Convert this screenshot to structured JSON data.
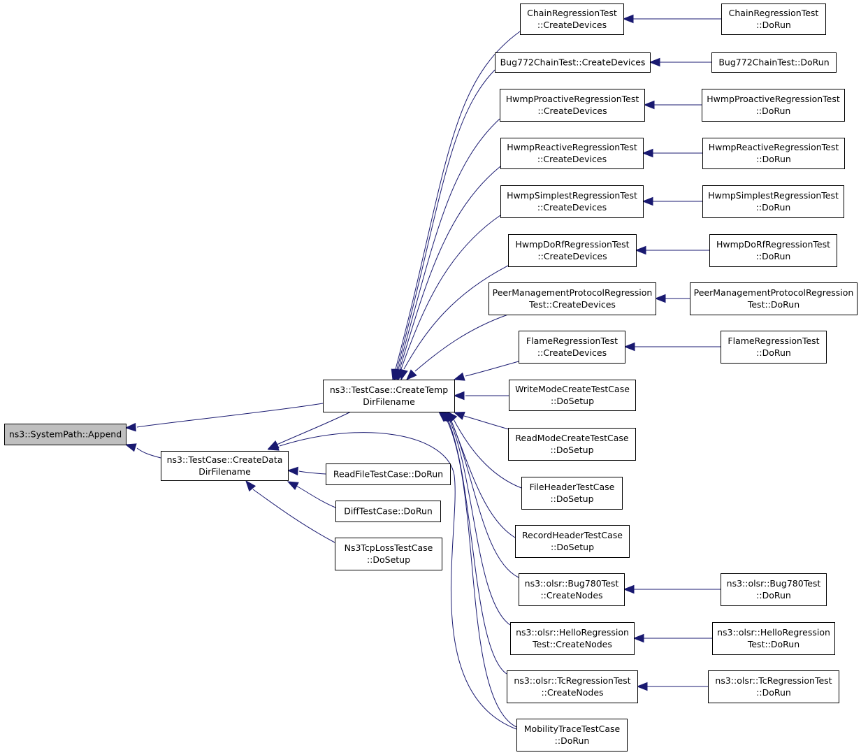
{
  "graph": {
    "kind": "caller-graph",
    "root": "append",
    "nodes": [
      {
        "id": "append",
        "lines": [
          "ns3::SystemPath::Append"
        ],
        "highlight": true
      },
      {
        "id": "tmp",
        "lines": [
          "ns3::TestCase::CreateTemp",
          "DirFilename"
        ]
      },
      {
        "id": "data",
        "lines": [
          "ns3::TestCase::CreateData",
          "DirFilename"
        ]
      },
      {
        "id": "readfile",
        "lines": [
          "ReadFileTestCase::DoRun"
        ]
      },
      {
        "id": "difftest",
        "lines": [
          "DiffTestCase::DoRun"
        ]
      },
      {
        "id": "tcploss",
        "lines": [
          "Ns3TcpLossTestCase",
          "::DoSetup"
        ]
      },
      {
        "id": "chain_cd",
        "lines": [
          "ChainRegressionTest",
          "::CreateDevices"
        ]
      },
      {
        "id": "bug772_cd",
        "lines": [
          "Bug772ChainTest::CreateDevices"
        ]
      },
      {
        "id": "hpro_cd",
        "lines": [
          "HwmpProactiveRegressionTest",
          "::CreateDevices"
        ]
      },
      {
        "id": "hrea_cd",
        "lines": [
          "HwmpReactiveRegressionTest",
          "::CreateDevices"
        ]
      },
      {
        "id": "hsim_cd",
        "lines": [
          "HwmpSimplestRegressionTest",
          "::CreateDevices"
        ]
      },
      {
        "id": "hdorf_cd",
        "lines": [
          "HwmpDoRfRegressionTest",
          "::CreateDevices"
        ]
      },
      {
        "id": "peer_cd",
        "lines": [
          "PeerManagementProtocolRegression",
          "Test::CreateDevices"
        ]
      },
      {
        "id": "flame_cd",
        "lines": [
          "FlameRegressionTest",
          "::CreateDevices"
        ]
      },
      {
        "id": "writemode",
        "lines": [
          "WriteModeCreateTestCase",
          "::DoSetup"
        ]
      },
      {
        "id": "readmode",
        "lines": [
          "ReadModeCreateTestCase",
          "::DoSetup"
        ]
      },
      {
        "id": "fileheader",
        "lines": [
          "FileHeaderTestCase",
          "::DoSetup"
        ]
      },
      {
        "id": "recordheader",
        "lines": [
          "RecordHeaderTestCase",
          "::DoSetup"
        ]
      },
      {
        "id": "bug780_cn",
        "lines": [
          "ns3::olsr::Bug780Test",
          "::CreateNodes"
        ]
      },
      {
        "id": "hello_cn",
        "lines": [
          "ns3::olsr::HelloRegression",
          "Test::CreateNodes"
        ]
      },
      {
        "id": "tc_cn",
        "lines": [
          "ns3::olsr::TcRegressionTest",
          "::CreateNodes"
        ]
      },
      {
        "id": "mobility",
        "lines": [
          "MobilityTraceTestCase",
          "::DoRun"
        ]
      },
      {
        "id": "chain_run",
        "lines": [
          "ChainRegressionTest",
          "::DoRun"
        ]
      },
      {
        "id": "bug772_run",
        "lines": [
          "Bug772ChainTest::DoRun"
        ]
      },
      {
        "id": "hpro_run",
        "lines": [
          "HwmpProactiveRegressionTest",
          "::DoRun"
        ]
      },
      {
        "id": "hrea_run",
        "lines": [
          "HwmpReactiveRegressionTest",
          "::DoRun"
        ]
      },
      {
        "id": "hsim_run",
        "lines": [
          "HwmpSimplestRegressionTest",
          "::DoRun"
        ]
      },
      {
        "id": "hdorf_run",
        "lines": [
          "HwmpDoRfRegressionTest",
          "::DoRun"
        ]
      },
      {
        "id": "peer_run",
        "lines": [
          "PeerManagementProtocolRegression",
          "Test::DoRun"
        ]
      },
      {
        "id": "flame_run",
        "lines": [
          "FlameRegressionTest",
          "::DoRun"
        ]
      },
      {
        "id": "bug780_run",
        "lines": [
          "ns3::olsr::Bug780Test",
          "::DoRun"
        ]
      },
      {
        "id": "hello_run",
        "lines": [
          "ns3::olsr::HelloRegression",
          "Test::DoRun"
        ]
      },
      {
        "id": "tc_run",
        "lines": [
          "ns3::olsr::TcRegressionTest",
          "::DoRun"
        ]
      }
    ],
    "edges": [
      {
        "from": "tmp",
        "to": "append"
      },
      {
        "from": "data",
        "to": "append"
      },
      {
        "from": "readfile",
        "to": "data"
      },
      {
        "from": "difftest",
        "to": "data"
      },
      {
        "from": "tcploss",
        "to": "data"
      },
      {
        "from": "tmp",
        "to": "data"
      },
      {
        "from": "mobility",
        "to": "data"
      },
      {
        "from": "chain_cd",
        "to": "tmp"
      },
      {
        "from": "bug772_cd",
        "to": "tmp"
      },
      {
        "from": "hpro_cd",
        "to": "tmp"
      },
      {
        "from": "hrea_cd",
        "to": "tmp"
      },
      {
        "from": "hsim_cd",
        "to": "tmp"
      },
      {
        "from": "hdorf_cd",
        "to": "tmp"
      },
      {
        "from": "peer_cd",
        "to": "tmp"
      },
      {
        "from": "flame_cd",
        "to": "tmp"
      },
      {
        "from": "writemode",
        "to": "tmp"
      },
      {
        "from": "readmode",
        "to": "tmp"
      },
      {
        "from": "fileheader",
        "to": "tmp"
      },
      {
        "from": "recordheader",
        "to": "tmp"
      },
      {
        "from": "bug780_cn",
        "to": "tmp"
      },
      {
        "from": "hello_cn",
        "to": "tmp"
      },
      {
        "from": "tc_cn",
        "to": "tmp"
      },
      {
        "from": "mobility",
        "to": "tmp"
      },
      {
        "from": "chain_run",
        "to": "chain_cd"
      },
      {
        "from": "bug772_run",
        "to": "bug772_cd"
      },
      {
        "from": "hpro_run",
        "to": "hpro_cd"
      },
      {
        "from": "hrea_run",
        "to": "hrea_cd"
      },
      {
        "from": "hsim_run",
        "to": "hsim_cd"
      },
      {
        "from": "hdorf_run",
        "to": "hdorf_cd"
      },
      {
        "from": "peer_run",
        "to": "peer_cd"
      },
      {
        "from": "flame_run",
        "to": "flame_cd"
      },
      {
        "from": "bug780_run",
        "to": "bug780_cn"
      },
      {
        "from": "hello_run",
        "to": "hello_cn"
      },
      {
        "from": "tc_run",
        "to": "tc_cn"
      }
    ]
  }
}
